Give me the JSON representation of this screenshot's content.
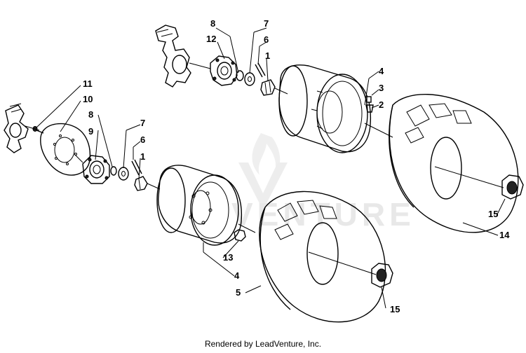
{
  "callouts": {
    "c_8_top": "8",
    "c_12_top": "12",
    "c_7_top": "7",
    "c_6_top": "6",
    "c_1_top": "1",
    "c_4_top": "4",
    "c_3_top": "3",
    "c_2_top": "2",
    "c_11": "11",
    "c_10": "10",
    "c_8_left": "8",
    "c_9_left": "9",
    "c_7_left": "7",
    "c_6_left": "6",
    "c_1_left": "1",
    "c_13": "13",
    "c_4_bottom": "4",
    "c_5": "5",
    "c_15_right": "15",
    "c_14": "14",
    "c_15_bottom": "15"
  },
  "watermark": {
    "text": "VENTURE"
  },
  "footer": {
    "credit": "Rendered by LeadVenture, Inc."
  }
}
